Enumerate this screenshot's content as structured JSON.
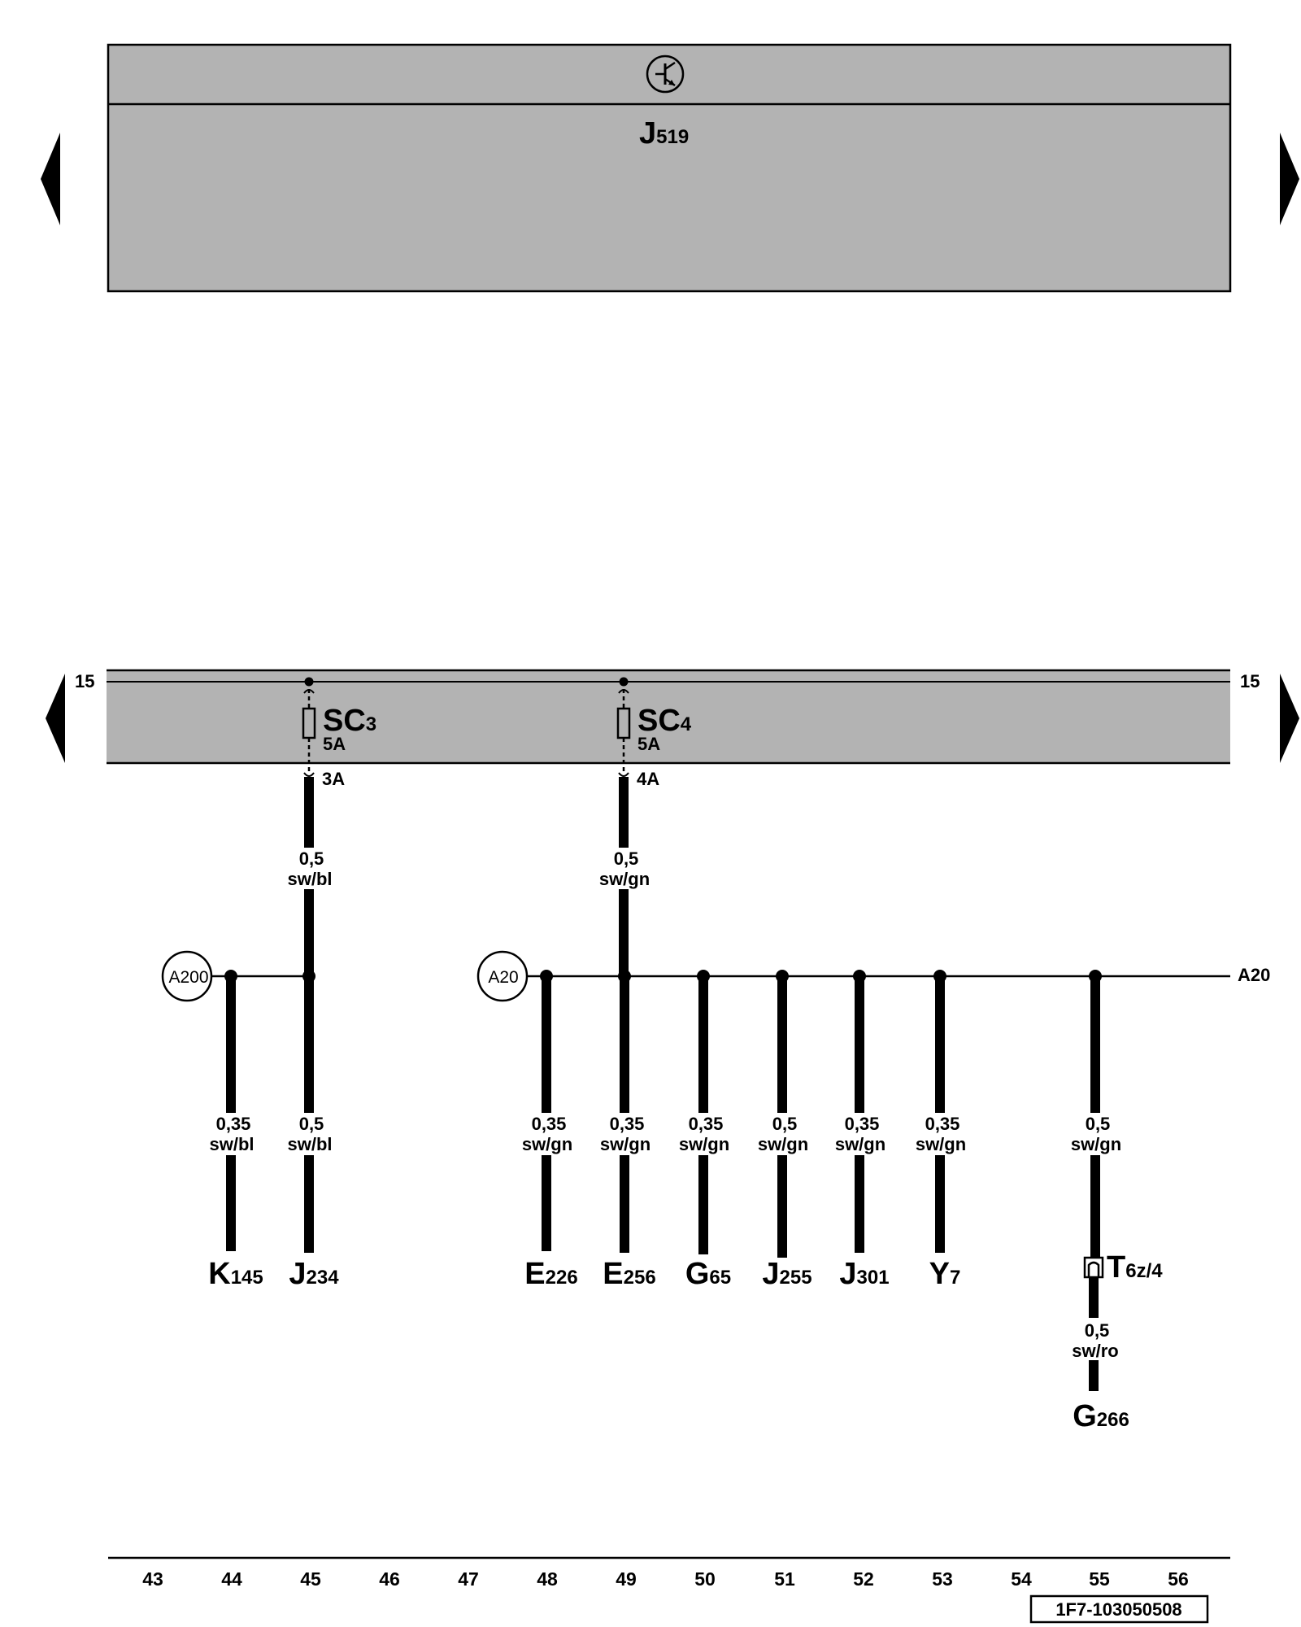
{
  "top_module": {
    "label": "J",
    "sub": "519"
  },
  "bus": {
    "terminal_left": "15",
    "terminal_right": "15",
    "connector_right": "A20"
  },
  "fuses": [
    {
      "name": "SC",
      "sub": "3",
      "rating": "5A",
      "pin": "3A"
    },
    {
      "name": "SC",
      "sub": "4",
      "rating": "5A",
      "pin": "4A"
    }
  ],
  "feed_wires": [
    {
      "size": "0,5",
      "color": "sw/bl"
    },
    {
      "size": "0,5",
      "color": "sw/gn"
    }
  ],
  "connectors": [
    {
      "label": "A200"
    },
    {
      "label": "A20"
    }
  ],
  "branches": [
    {
      "size": "0,35",
      "color": "sw/bl",
      "comp": "K",
      "sub": "145"
    },
    {
      "size": "0,5",
      "color": "sw/bl",
      "comp": "J",
      "sub": "234"
    },
    {
      "size": "0,35",
      "color": "sw/gn",
      "comp": "E",
      "sub": "226"
    },
    {
      "size": "0,35",
      "color": "sw/gn",
      "comp": "E",
      "sub": "256"
    },
    {
      "size": "0,35",
      "color": "sw/gn",
      "comp": "G",
      "sub": "65"
    },
    {
      "size": "0,5",
      "color": "sw/gn",
      "comp": "J",
      "sub": "255"
    },
    {
      "size": "0,35",
      "color": "sw/gn",
      "comp": "J",
      "sub": "301"
    },
    {
      "size": "0,35",
      "color": "sw/gn",
      "comp": "Y",
      "sub": "7"
    },
    {
      "size": "0,5",
      "color": "sw/gn",
      "comp": "",
      "sub": ""
    }
  ],
  "plug": {
    "name": "T",
    "sub": "6z/4"
  },
  "lower_wire": {
    "size": "0,5",
    "color": "sw/ro",
    "comp": "G",
    "sub": "266"
  },
  "columns": [
    "43",
    "44",
    "45",
    "46",
    "47",
    "48",
    "49",
    "50",
    "51",
    "52",
    "53",
    "54",
    "55",
    "56"
  ],
  "drawing_id": "1F7-103050508",
  "colors": {
    "panel": "#b3b3b3",
    "line": "#000000"
  }
}
